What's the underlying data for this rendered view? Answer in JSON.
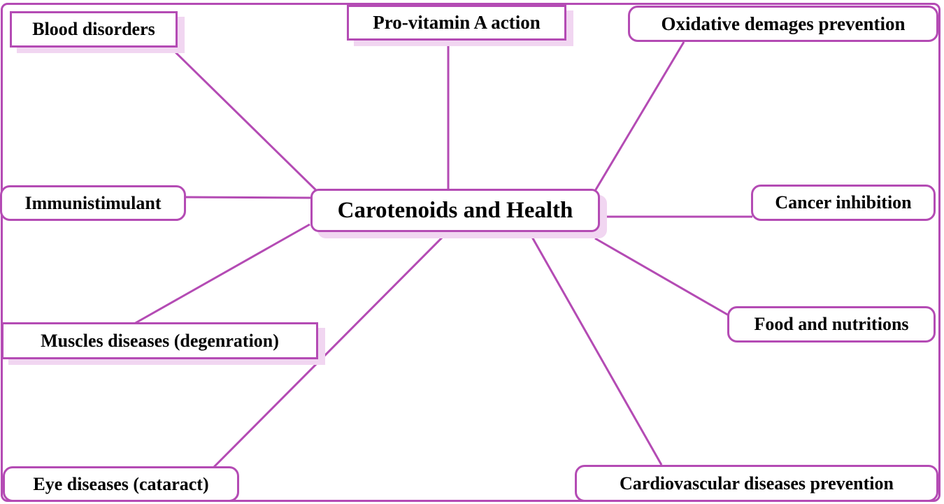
{
  "diagram": {
    "center": {
      "label": "Carotenoids and Health"
    },
    "nodes": [
      {
        "id": "blood",
        "label": "Blood disorders"
      },
      {
        "id": "provitamin",
        "label": "Pro-vitamin A action"
      },
      {
        "id": "oxidative",
        "label": "Oxidative demages prevention"
      },
      {
        "id": "immuno",
        "label": "Immunistimulant"
      },
      {
        "id": "cancer",
        "label": "Cancer inhibition"
      },
      {
        "id": "muscles",
        "label": "Muscles diseases (degenration)"
      },
      {
        "id": "food",
        "label": "Food and nutritions"
      },
      {
        "id": "eye",
        "label": "Eye diseases (cataract)"
      },
      {
        "id": "cardio",
        "label": "Cardiovascular diseases prevention"
      }
    ],
    "colors": {
      "line": "#b44bb4",
      "shadow": "#f1d6f1",
      "text": "#000000"
    }
  }
}
